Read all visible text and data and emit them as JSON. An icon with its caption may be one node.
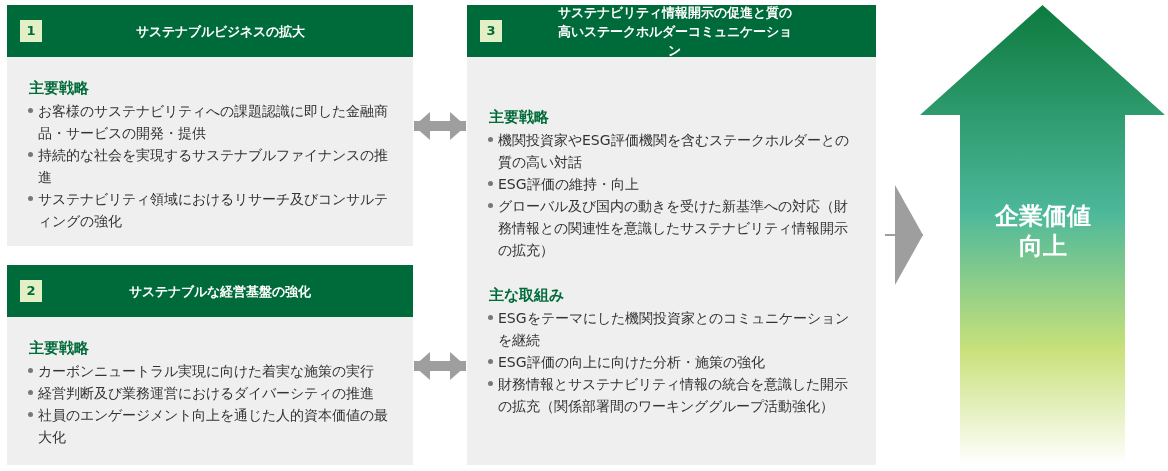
{
  "diagram": {
    "nodes": [
      {
        "text": [
          "1",
          "サステナブルビジネスの拡大",
          "主要戦略",
          "お客様のサステナビリティへの課題認識に即した金融商品・サービスの開発・提供",
          "持続的な社会を実現するサステナブルファイナンスの推進",
          "サステナビリティ領域におけるリサーチ及びコンサルティングの強化"
        ]
      },
      {
        "text": [
          "2",
          "サステナブルな経営基盤の強化",
          "主要戦略",
          "カーボンニュートラル実現に向けた着実な施策の実行",
          "経営判断及び業務運営におけるダイバーシティの推進",
          "社員のエンゲージメント向上を通じた人的資本価値の最大化"
        ]
      },
      {
        "text": [
          "3",
          "サステナビリティ情報開示の促進と質の高いステークホルダーコミュニケーション",
          "主要戦略",
          "機関投資家やESG評価機関を含むステークホルダーとの質の高い対話",
          "ESG評価の維持・向上",
          "グローバル及び国内の動きを受けた新基準への対応（財務情報との関連性を意識したサステナビリティ情報開示の拡充）",
          "主な取組み",
          "ESGをテーマにした機関投資家とのコミュニケーションを継続",
          "ESG評価の向上に向けた分析・施策の強化",
          "財務情報とサステナビリティ情報の統合を意識した開示の拡充（関係部署間のワーキンググループ活動強化）"
        ]
      },
      {
        "text": [
          "企業価値向上"
        ]
      }
    ],
    "edges": [
      {
        "from": 0,
        "to": 2,
        "arrow": "both"
      },
      {
        "from": 1,
        "to": 2,
        "arrow": "both"
      },
      {
        "from": 2,
        "to": 3,
        "arrow": "to"
      }
    ]
  }
}
